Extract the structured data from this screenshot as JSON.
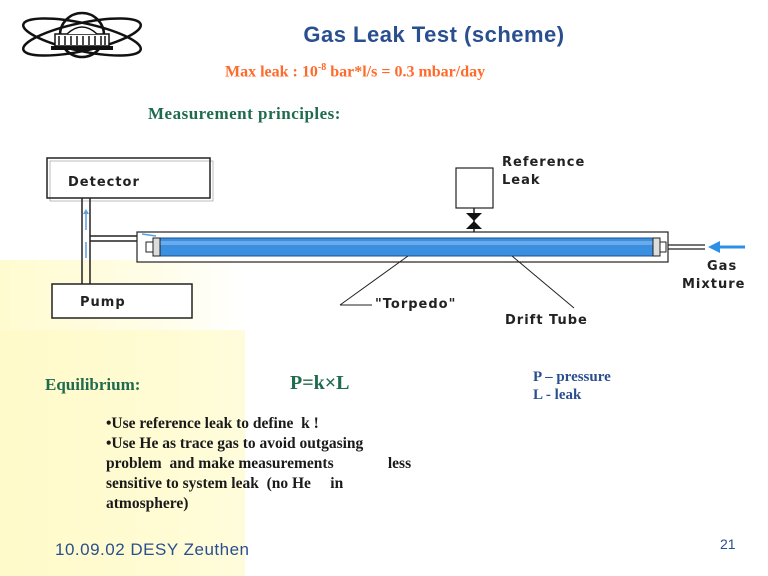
{
  "title": "Gas Leak Test (scheme)",
  "subtitle": {
    "prefix": "Max leak : 10",
    "exponent": "-8",
    "suffix": " bar*l/s  =  0.3 mbar/day"
  },
  "section_heading": "Measurement  principles:",
  "diagram": {
    "detector": "Detector",
    "pump": "Pump",
    "reference_leak_1": "Reference",
    "reference_leak_2": "Leak",
    "gas_mixture_1": "Gas",
    "gas_mixture_2": "Mixture",
    "torpedo": "\"Torpedo\"",
    "drift_tube": "Drift Tube"
  },
  "equilibrium": {
    "label": "Equilibrium:",
    "formula": "P=k×L",
    "legend_p": "P – pressure",
    "legend_l": "L - leak"
  },
  "bullets": [
    "•Use reference leak to define  k !",
    "•Use He as trace gas to avoid outgasing",
    "problem  and make measurements              less",
    "sensitive to system leak  (no He     in",
    "atmosphere)"
  ],
  "footer": "10.09.02 DESY Zeuthen",
  "page_number": "21",
  "colors": {
    "title": "#2a4f8f",
    "subtitle": "#ff6a2a",
    "heading": "#1f6b4e",
    "tube": "#3a8fe0",
    "arrow": "#2c8fe8"
  }
}
